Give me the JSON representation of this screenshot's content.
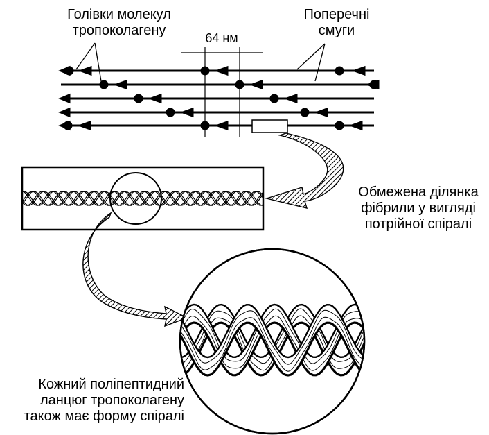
{
  "labels": {
    "heads": [
      "Голівки молекул",
      "тропоколагену"
    ],
    "bands": [
      "Поперечні",
      "смуги"
    ],
    "spacing": "64 нм",
    "fibril": [
      "Обмежена ділянка",
      "фібрили у вигляді",
      "потрійної спіралі"
    ],
    "chain": [
      "Кожний поліпептидний",
      "ланцюг тропоколагену",
      "також має форму спіралі"
    ]
  },
  "colors": {
    "ink": "#000000",
    "paper": "#ffffff"
  }
}
